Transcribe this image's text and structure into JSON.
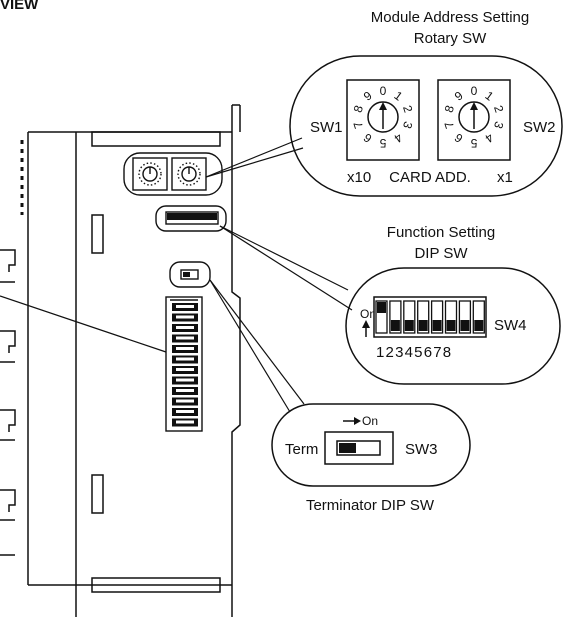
{
  "heading": "VIEW",
  "rotary": {
    "title_line1": "Module Address Setting",
    "title_line2": "Rotary SW",
    "sw1_label": "SW1",
    "sw2_label": "SW2",
    "x10_label": "x10",
    "card_label": "CARD ADD.",
    "x1_label": "x1",
    "dial_numbers": [
      "0",
      "1",
      "2",
      "3",
      "4",
      "5",
      "6",
      "7",
      "8",
      "9"
    ]
  },
  "function_dip": {
    "title_line1": "Function Setting",
    "title_line2": "DIP SW",
    "on_label": "On",
    "switch_label": "SW4",
    "numbers": "12345678"
  },
  "terminator": {
    "on_label": "On",
    "term_label": "Term",
    "switch_label": "SW3",
    "caption": "Terminator DIP SW"
  }
}
